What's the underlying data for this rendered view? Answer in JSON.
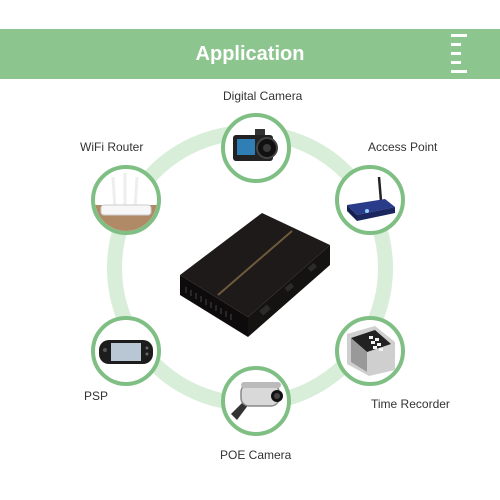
{
  "header": {
    "title": "Application",
    "bar_color": "#8dc58f"
  },
  "center_device": {
    "icon": "poe-switch-icon"
  },
  "applications": [
    {
      "label": "Digital Camera",
      "icon": "digital-camera-icon"
    },
    {
      "label": "Access Point",
      "icon": "access-point-icon"
    },
    {
      "label": "Time Recorder",
      "icon": "time-recorder-icon"
    },
    {
      "label": "POE Camera",
      "icon": "poe-camera-icon"
    },
    {
      "label": "PSP",
      "icon": "psp-icon"
    },
    {
      "label": "WiFi Router",
      "icon": "wifi-router-icon"
    }
  ],
  "colors": {
    "ring": "#d8eed9",
    "node_border": "#7fbf84",
    "label": "#333333"
  }
}
